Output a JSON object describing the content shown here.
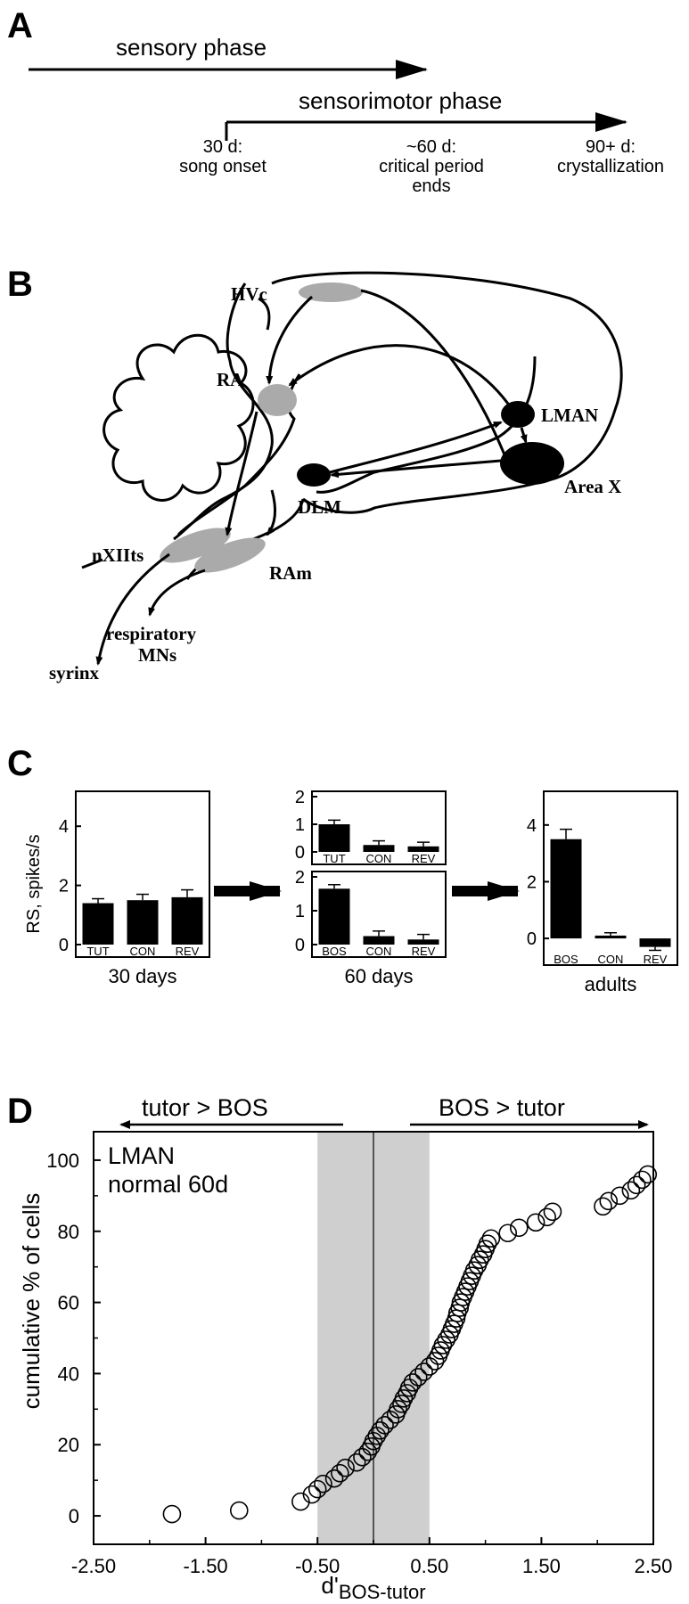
{
  "panelA": {
    "letter": "A",
    "sensory_label": "sensory phase",
    "sensorimotor_label": "sensorimotor phase",
    "milestones": [
      {
        "day": "30 d:",
        "desc": [
          "song onset"
        ]
      },
      {
        "day": "~60 d:",
        "desc": [
          "critical period",
          "ends"
        ]
      },
      {
        "day": "90+ d:",
        "desc": [
          "crystallization"
        ]
      }
    ]
  },
  "panelB": {
    "letter": "B",
    "labels": {
      "hvc": "HVc",
      "ra": "RA",
      "lman": "LMAN",
      "areax": "Area X",
      "dlm": "DLM",
      "nxiits": "nXIIts",
      "ram": "RAm",
      "respiratory": "respiratory",
      "mns": "MNs",
      "syrinx": "syrinx"
    }
  },
  "panelC": {
    "letter": "C",
    "ylabel": "RS, spikes/s",
    "colors": {
      "bar": "#000000"
    },
    "chart_data": [
      {
        "type": "bar",
        "caption": "30 days",
        "ylim": [
          0,
          5
        ],
        "yticks": [
          "4",
          "2",
          "0"
        ],
        "categories": [
          "TUT",
          "CON",
          "REV"
        ],
        "values": [
          1.4,
          1.5,
          1.6
        ],
        "errors": [
          0.15,
          0.2,
          0.25
        ]
      },
      {
        "type": "bar",
        "caption": "",
        "ylim": [
          0,
          2
        ],
        "yticks": [
          "2",
          "1",
          "0"
        ],
        "categories": [
          "TUT",
          "CON",
          "REV"
        ],
        "values": [
          1.0,
          0.25,
          0.2
        ],
        "errors": [
          0.15,
          0.15,
          0.15
        ]
      },
      {
        "type": "bar",
        "caption": "60 days",
        "ylim": [
          0,
          2
        ],
        "yticks": [
          "2",
          "1",
          "0"
        ],
        "categories": [
          "BOS",
          "CON",
          "REV"
        ],
        "values": [
          1.65,
          0.25,
          0.15
        ],
        "errors": [
          0.12,
          0.15,
          0.15
        ]
      },
      {
        "type": "bar",
        "caption": "adults",
        "ylim": [
          -0.5,
          5
        ],
        "yticks": [
          "4",
          "2",
          "0"
        ],
        "categories": [
          "BOS",
          "CON",
          "REV"
        ],
        "values": [
          3.5,
          0.1,
          -0.3
        ],
        "errors": [
          0.35,
          0.1,
          0.12
        ]
      }
    ]
  },
  "panelD": {
    "letter": "D",
    "left_arrow_label": "tutor > BOS",
    "right_arrow_label": "BOS > tutor",
    "title_lines": [
      "LMAN",
      "normal 60d"
    ],
    "ylabel": "cumulative % of cells",
    "xlabel_main": "d'",
    "xlabel_sub": "BOS-tutor",
    "colors": {
      "band": "#cfcfcf",
      "marker": "#000000"
    },
    "chart_data": {
      "type": "scatter",
      "xlim": [
        -2.5,
        2.5
      ],
      "ylim": [
        -8,
        108
      ],
      "xticks": [
        "-2.50",
        "-1.50",
        "-0.50",
        "0.50",
        "1.50",
        "2.50"
      ],
      "yticks": [
        "0",
        "20",
        "40",
        "60",
        "80",
        "100"
      ],
      "shaded_band": [
        -0.5,
        0.5
      ],
      "vline": 0,
      "points": [
        [
          -1.8,
          0.5
        ],
        [
          -1.2,
          1.5
        ],
        [
          -0.65,
          4
        ],
        [
          -0.55,
          6
        ],
        [
          -0.5,
          7.5
        ],
        [
          -0.45,
          9
        ],
        [
          -0.35,
          10.5
        ],
        [
          -0.3,
          12
        ],
        [
          -0.25,
          13.5
        ],
        [
          -0.15,
          15
        ],
        [
          -0.1,
          16.5
        ],
        [
          -0.05,
          18
        ],
        [
          -0.02,
          19.5
        ],
        [
          0.0,
          21
        ],
        [
          0.03,
          22.5
        ],
        [
          0.06,
          24
        ],
        [
          0.1,
          25.5
        ],
        [
          0.15,
          27
        ],
        [
          0.2,
          28.5
        ],
        [
          0.22,
          30
        ],
        [
          0.25,
          31.5
        ],
        [
          0.27,
          33
        ],
        [
          0.3,
          34.5
        ],
        [
          0.32,
          36
        ],
        [
          0.35,
          37.5
        ],
        [
          0.4,
          39
        ],
        [
          0.45,
          40.5
        ],
        [
          0.5,
          42
        ],
        [
          0.55,
          43.5
        ],
        [
          0.58,
          45
        ],
        [
          0.6,
          46.5
        ],
        [
          0.62,
          48
        ],
        [
          0.65,
          49.5
        ],
        [
          0.68,
          51
        ],
        [
          0.7,
          52.5
        ],
        [
          0.72,
          54
        ],
        [
          0.74,
          55.5
        ],
        [
          0.75,
          57
        ],
        [
          0.77,
          58.5
        ],
        [
          0.78,
          60
        ],
        [
          0.8,
          61.5
        ],
        [
          0.82,
          63
        ],
        [
          0.84,
          64.5
        ],
        [
          0.86,
          66
        ],
        [
          0.88,
          67.5
        ],
        [
          0.9,
          69
        ],
        [
          0.93,
          70.5
        ],
        [
          0.95,
          72
        ],
        [
          0.98,
          73.5
        ],
        [
          1.0,
          75
        ],
        [
          1.02,
          76.5
        ],
        [
          1.05,
          78
        ],
        [
          1.2,
          79.5
        ],
        [
          1.3,
          81
        ],
        [
          1.45,
          82.5
        ],
        [
          1.55,
          84
        ],
        [
          1.6,
          85.5
        ],
        [
          2.05,
          87
        ],
        [
          2.1,
          88.5
        ],
        [
          2.2,
          90
        ],
        [
          2.3,
          91.5
        ],
        [
          2.35,
          93
        ],
        [
          2.4,
          94.5
        ],
        [
          2.45,
          96
        ]
      ]
    }
  }
}
